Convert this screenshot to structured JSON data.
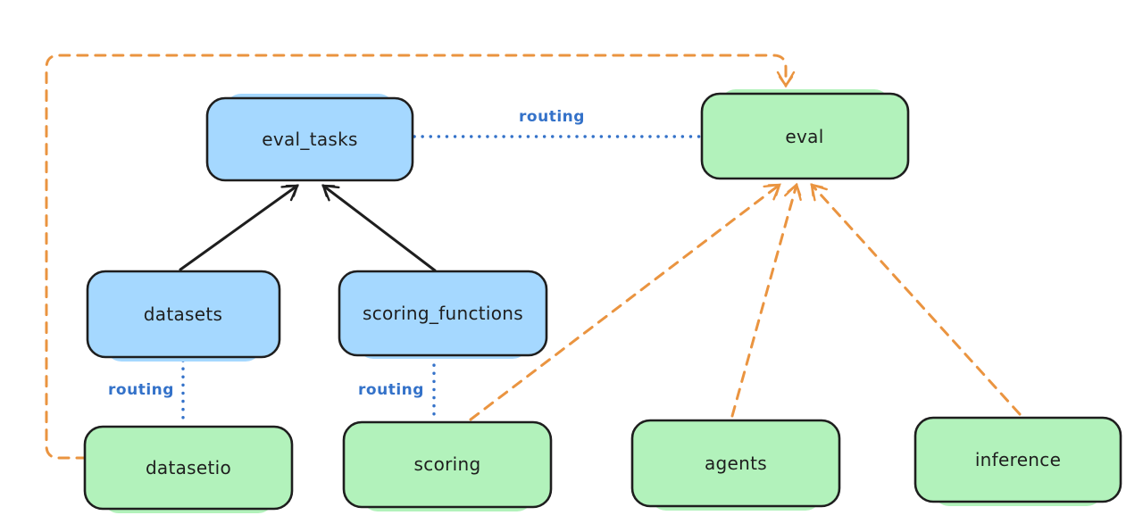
{
  "colors": {
    "background": "#ffffff",
    "stroke": "#1e1e1e",
    "blue_fill": "#a5d8ff",
    "green_fill": "#b2f2bb",
    "routing_blue": "#3472c9",
    "orange": "#ea9440"
  },
  "nodes": {
    "eval_tasks": {
      "label": "eval_tasks"
    },
    "eval": {
      "label": "eval"
    },
    "datasets": {
      "label": "datasets"
    },
    "scoring_functions": {
      "label": "scoring_functions"
    },
    "datasetio": {
      "label": "datasetio"
    },
    "scoring": {
      "label": "scoring"
    },
    "agents": {
      "label": "agents"
    },
    "inference": {
      "label": "inference"
    }
  },
  "edge_labels": {
    "routing_eval_tasks_eval": "routing",
    "routing_datasets_datasetio": "routing",
    "routing_scoring_functions_scoring": "routing"
  }
}
